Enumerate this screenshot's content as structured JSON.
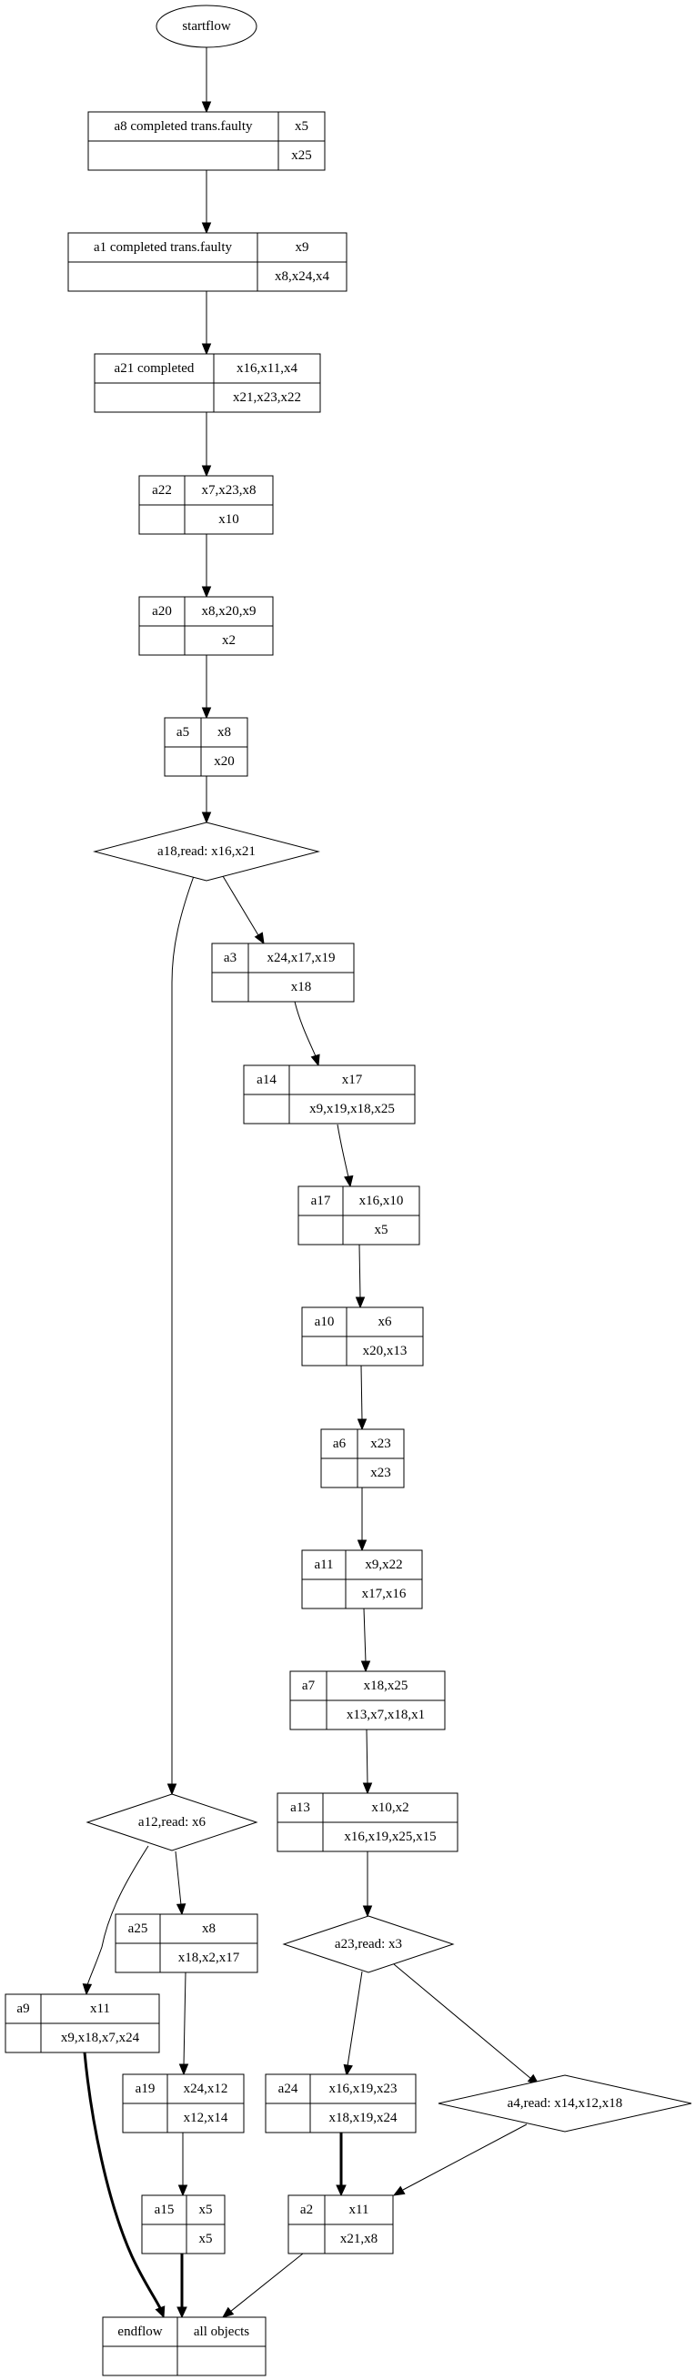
{
  "diagram": {
    "type": "workflow-graph",
    "start": {
      "id": "startflow",
      "label": "startflow"
    },
    "nodes": [
      {
        "id": "a8",
        "kind": "record",
        "name": "a8 completed trans.faulty",
        "top": "x5",
        "bottom": "x25"
      },
      {
        "id": "a1",
        "kind": "record",
        "name": "a1 completed trans.faulty",
        "top": "x9",
        "bottom": "x8,x24,x4"
      },
      {
        "id": "a21",
        "kind": "record",
        "name": "a21 completed",
        "top": "x16,x11,x4",
        "bottom": "x21,x23,x22"
      },
      {
        "id": "a22",
        "kind": "record",
        "name": "a22",
        "top": "x7,x23,x8",
        "bottom": "x10"
      },
      {
        "id": "a20",
        "kind": "record",
        "name": "a20",
        "top": "x8,x20,x9",
        "bottom": "x2"
      },
      {
        "id": "a5",
        "kind": "record",
        "name": "a5",
        "top": "x8",
        "bottom": "x20"
      },
      {
        "id": "a18",
        "kind": "decision",
        "label": "a18,read: x16,x21"
      },
      {
        "id": "a3",
        "kind": "record",
        "name": "a3",
        "top": "x24,x17,x19",
        "bottom": "x18"
      },
      {
        "id": "a14",
        "kind": "record",
        "name": "a14",
        "top": "x17",
        "bottom": "x9,x19,x18,x25"
      },
      {
        "id": "a17",
        "kind": "record",
        "name": "a17",
        "top": "x16,x10",
        "bottom": "x5"
      },
      {
        "id": "a10",
        "kind": "record",
        "name": "a10",
        "top": "x6",
        "bottom": "x20,x13"
      },
      {
        "id": "a6",
        "kind": "record",
        "name": "a6",
        "top": "x23",
        "bottom": "x23"
      },
      {
        "id": "a11",
        "kind": "record",
        "name": "a11",
        "top": "x9,x22",
        "bottom": "x17,x16"
      },
      {
        "id": "a7",
        "kind": "record",
        "name": "a7",
        "top": "x18,x25",
        "bottom": "x13,x7,x18,x1"
      },
      {
        "id": "a13",
        "kind": "record",
        "name": "a13",
        "top": "x10,x2",
        "bottom": "x16,x19,x25,x15"
      },
      {
        "id": "a23",
        "kind": "decision",
        "label": "a23,read: x3"
      },
      {
        "id": "a12",
        "kind": "decision",
        "label": "a12,read: x6"
      },
      {
        "id": "a25",
        "kind": "record",
        "name": "a25",
        "top": "x8",
        "bottom": "x18,x2,x17"
      },
      {
        "id": "a9",
        "kind": "record",
        "name": "a9",
        "top": "x11",
        "bottom": "x9,x18,x7,x24"
      },
      {
        "id": "a19",
        "kind": "record",
        "name": "a19",
        "top": "x24,x12",
        "bottom": "x12,x14"
      },
      {
        "id": "a15",
        "kind": "record",
        "name": "a15",
        "top": "x5",
        "bottom": "x5"
      },
      {
        "id": "a24",
        "kind": "record",
        "name": "a24",
        "top": "x16,x19,x23",
        "bottom": "x18,x19,x24"
      },
      {
        "id": "a4",
        "kind": "decision",
        "label": "a4,read: x14,x12,x18"
      },
      {
        "id": "a2",
        "kind": "record",
        "name": "a2",
        "top": "x11",
        "bottom": "x21,x8"
      },
      {
        "id": "endflow",
        "kind": "record",
        "name": "endflow",
        "top": "all objects",
        "bottom": ""
      }
    ],
    "edges": [
      {
        "from": "startflow",
        "to": "a8"
      },
      {
        "from": "a8",
        "to": "a1"
      },
      {
        "from": "a1",
        "to": "a21"
      },
      {
        "from": "a21",
        "to": "a22"
      },
      {
        "from": "a22",
        "to": "a20"
      },
      {
        "from": "a20",
        "to": "a5"
      },
      {
        "from": "a5",
        "to": "a18"
      },
      {
        "from": "a18",
        "to": "a3"
      },
      {
        "from": "a18",
        "to": "a12"
      },
      {
        "from": "a3",
        "to": "a14"
      },
      {
        "from": "a14",
        "to": "a17"
      },
      {
        "from": "a17",
        "to": "a10"
      },
      {
        "from": "a10",
        "to": "a6"
      },
      {
        "from": "a6",
        "to": "a11"
      },
      {
        "from": "a11",
        "to": "a7"
      },
      {
        "from": "a7",
        "to": "a13"
      },
      {
        "from": "a13",
        "to": "a23"
      },
      {
        "from": "a23",
        "to": "a24"
      },
      {
        "from": "a23",
        "to": "a4"
      },
      {
        "from": "a24",
        "to": "a2",
        "bold": true
      },
      {
        "from": "a4",
        "to": "a2"
      },
      {
        "from": "a12",
        "to": "a25"
      },
      {
        "from": "a12",
        "to": "a9"
      },
      {
        "from": "a25",
        "to": "a19"
      },
      {
        "from": "a19",
        "to": "a15"
      },
      {
        "from": "a15",
        "to": "endflow",
        "bold": true
      },
      {
        "from": "a9",
        "to": "endflow",
        "bold": true
      },
      {
        "from": "a2",
        "to": "endflow"
      }
    ]
  }
}
